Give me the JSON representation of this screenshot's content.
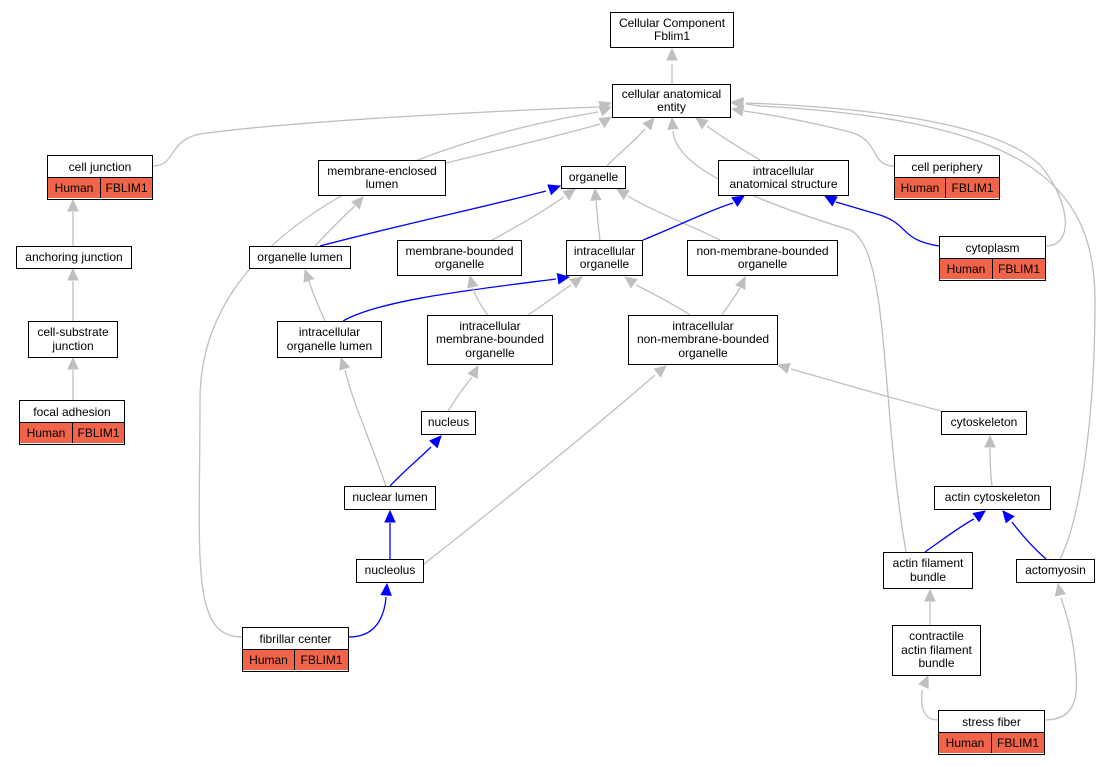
{
  "colors": {
    "gray_edge": "#bfbfbf",
    "blue_edge": "#0000ff",
    "annotation_fill": "#f2644a"
  },
  "nodes": {
    "root": "Cellular Component\nFblim1",
    "cae": "cellular anatomical\nentity",
    "cell_junction": "cell junction",
    "mel": "membrane-enclosed\nlumen",
    "organelle": "organelle",
    "ias": "intracellular\nanatomical structure",
    "cell_periphery": "cell periphery",
    "anchoring_junction": "anchoring junction",
    "organelle_lumen": "organelle lumen",
    "mbo": "membrane-bounded\norganelle",
    "io": "intracellular\norganelle",
    "nmbo": "non-membrane-bounded\norganelle",
    "cytoplasm": "cytoplasm",
    "csj": "cell-substrate\njunction",
    "iol": "intracellular\norganelle lumen",
    "imbo": "intracellular\nmembrane-bounded\norganelle",
    "inmbo": "intracellular\nnon-membrane-bounded\norganelle",
    "focal_adhesion": "focal adhesion",
    "nucleus": "nucleus",
    "cytoskeleton": "cytoskeleton",
    "nuclear_lumen": "nuclear lumen",
    "actin_cytoskeleton": "actin cytoskeleton",
    "nucleolus": "nucleolus",
    "afb": "actin filament\nbundle",
    "actomyosin": "actomyosin",
    "fibrillar_center": "fibrillar center",
    "cafb": "contractile\nactin filament\nbundle",
    "stress_fiber": "stress fiber"
  },
  "annotation": {
    "species": "Human",
    "gene": "FBLIM1"
  }
}
